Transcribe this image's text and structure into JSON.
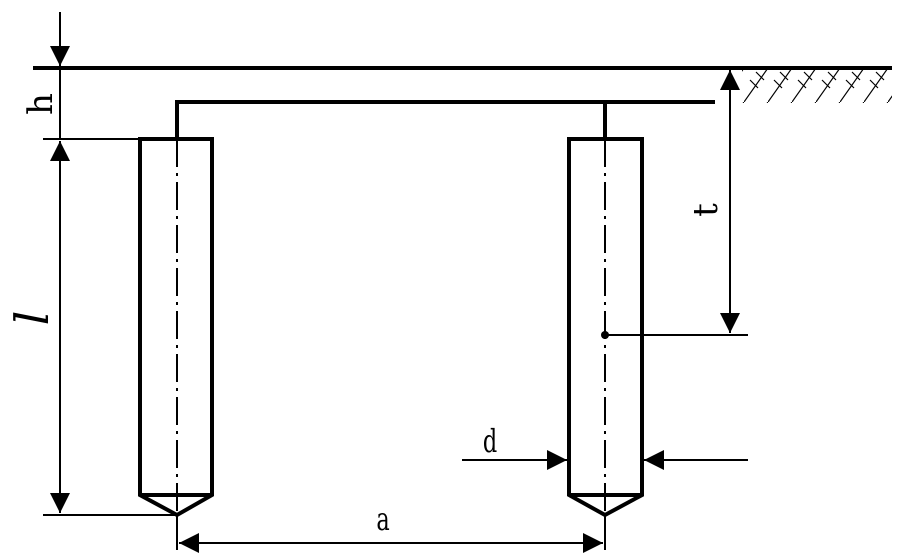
{
  "labels": {
    "h": "h",
    "l": "l",
    "t": "t",
    "d": "d",
    "a": "a"
  },
  "colors": {
    "line": "#000000",
    "background": "#ffffff"
  }
}
